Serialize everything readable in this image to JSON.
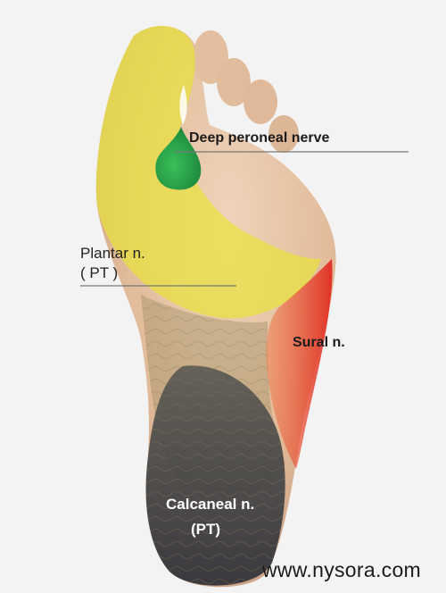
{
  "labels": {
    "deep_peroneal": "Deep peroneal nerve",
    "plantar_line1": "Plantar n.",
    "plantar_line2": "( PT )",
    "sural": "Sural n.",
    "calcaneal_line1": "Calcaneal n.",
    "calcaneal_line2": "(PT)"
  },
  "watermark": "www.nysora.com",
  "colors": {
    "deep_peroneal": "#2aa84a",
    "plantar": "#e6df3a",
    "sural": "#e0342a",
    "calcaneal": "#3a3d48",
    "skin": "#e6c3a4"
  }
}
